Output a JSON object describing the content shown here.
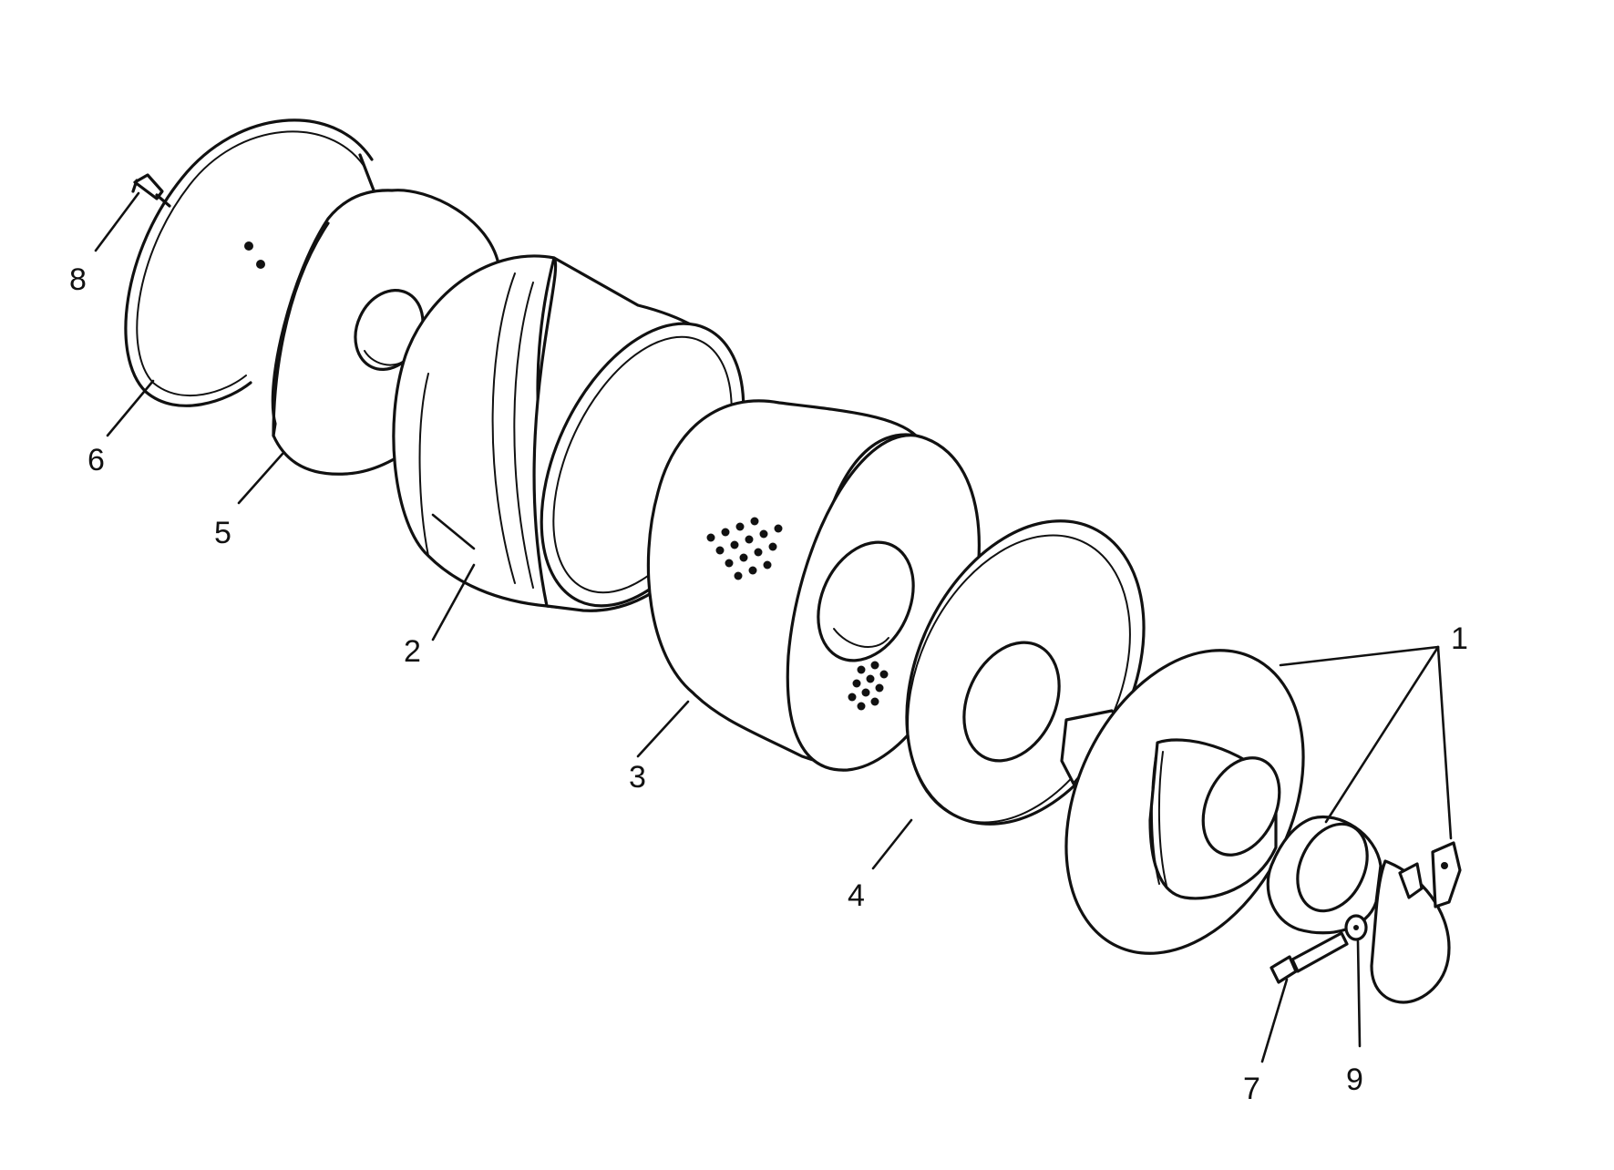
{
  "callouts": {
    "item_1": "1",
    "item_2": "2",
    "item_3": "3",
    "item_4": "4",
    "item_5": "5",
    "item_6": "6",
    "item_7": "7",
    "item_8": "8",
    "item_9": "9"
  },
  "colors": {
    "line": "#111111",
    "background": "#ffffff"
  }
}
